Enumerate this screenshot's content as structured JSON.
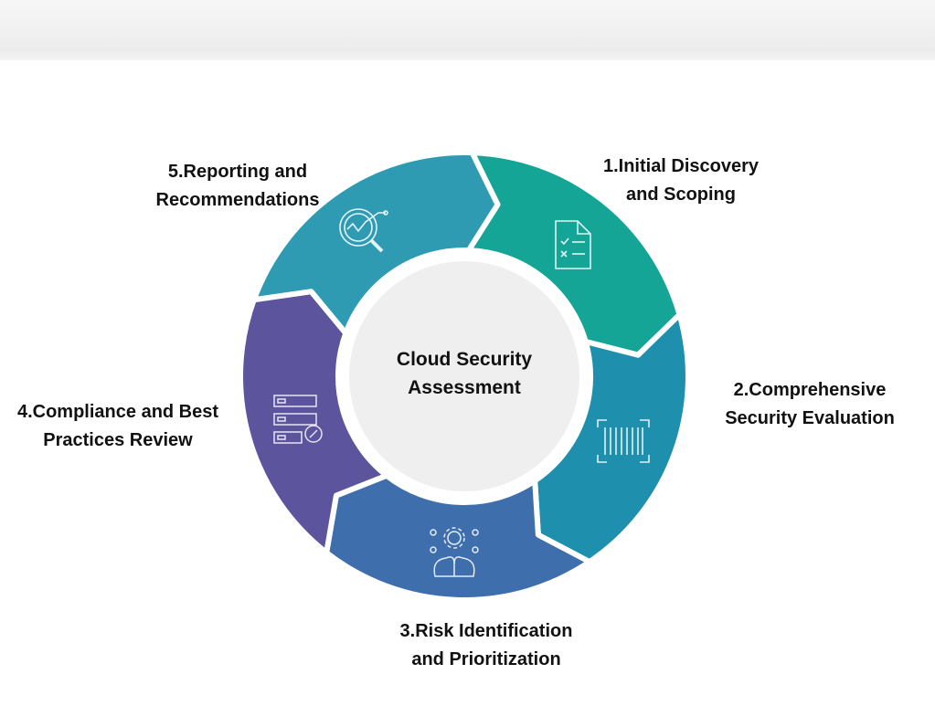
{
  "center": {
    "line1": "Cloud Security",
    "line2": "Assessment"
  },
  "steps": [
    {
      "line1": "1.Initial Discovery",
      "line2": "and Scoping",
      "color": "#14a596",
      "icon": "checklist-document-icon"
    },
    {
      "line1": "2.Comprehensive",
      "line2": "Security Evaluation",
      "color": "#1e8fac",
      "icon": "barcode-scan-icon"
    },
    {
      "line1": "3.Risk Identification",
      "line2": "and Prioritization",
      "color": "#3e6fac",
      "icon": "brain-gear-icon"
    },
    {
      "line1": "4.Compliance and Best",
      "line2": "Practices Review",
      "color": "#5c559d",
      "icon": "server-settings-icon"
    },
    {
      "line1": "5.Reporting and",
      "line2": "Recommendations",
      "color": "#2f9bb3",
      "icon": "magnifier-chart-icon"
    }
  ]
}
